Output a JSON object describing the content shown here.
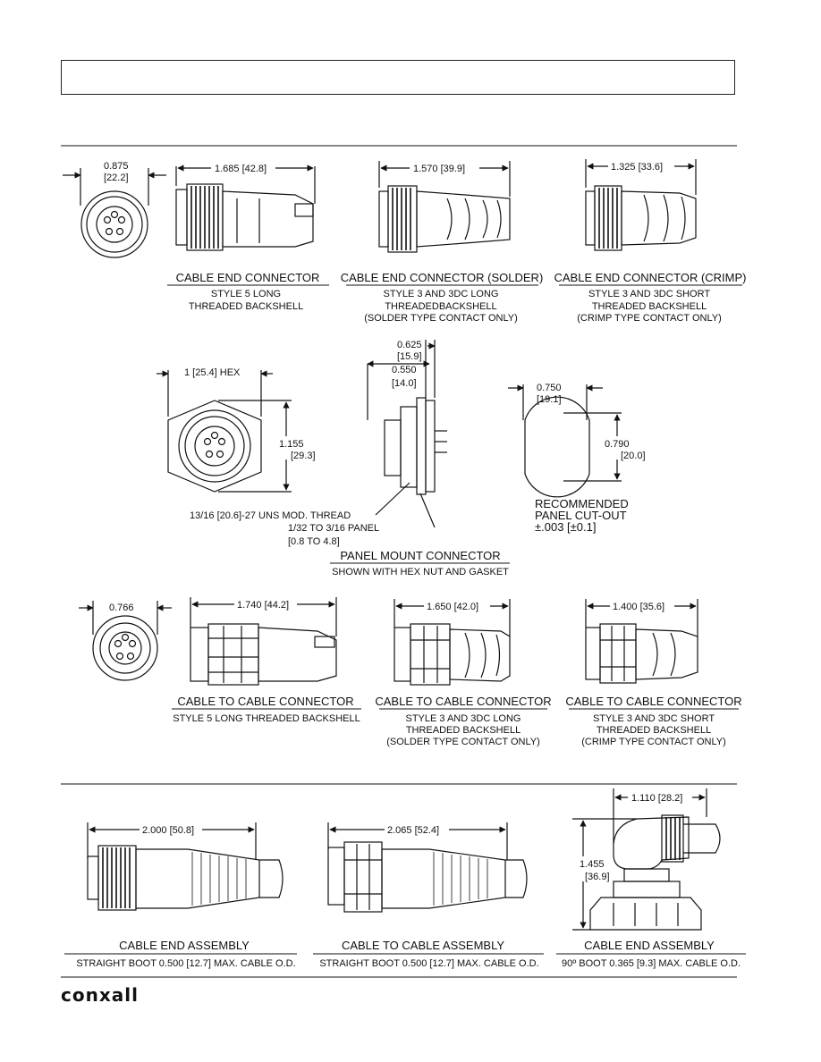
{
  "header": {
    "title": ""
  },
  "row1": {
    "face_dim": "0.875",
    "face_dim_mm": "[22.2]",
    "d1": "1.685 [42.8]",
    "d2": "1.570 [39.9]",
    "d3": "1.325 [33.6]",
    "cap1": "CABLE END CONNECTOR",
    "sub1a": "STYLE 5 LONG",
    "sub1b": "THREADED BACKSHELL",
    "cap2": "CABLE END CONNECTOR (SOLDER)",
    "sub2a": "STYLE 3 AND 3DC LONG",
    "sub2b": "THREADEDBACKSHELL",
    "sub2c": "(SOLDER TYPE CONTACT ONLY)",
    "cap3": "CABLE END CONNECTOR (CRIMP)",
    "sub3a": "STYLE 3 AND 3DC SHORT",
    "sub3b": "THREADED BACKSHELL",
    "sub3c": "(CRIMP TYPE CONTACT ONLY)"
  },
  "row2": {
    "hex": "1 [25.4] HEX",
    "h1": "1.155",
    "h1mm": "[29.3]",
    "p1": "0.625",
    "p1mm": "[15.9]",
    "p2": "0.550",
    "p2mm": "[14.0]",
    "thread": "13/16  [20.6]-27 UNS MOD. THREAD",
    "panel": "1/32  TO 3/16  PANEL",
    "panel_mm": "[0.8 TO 4.8]",
    "cap": "PANEL MOUNT CONNECTOR",
    "sub": "SHOWN WITH HEX NUT AND GASKET",
    "c1": "0.750",
    "c1mm": "[19.1]",
    "c2": "0.790",
    "c2mm": "[20.0]",
    "rec1": "RECOMMENDED",
    "rec2": "PANEL CUT-OUT",
    "rec3": "±.003 [±0.1]"
  },
  "row3": {
    "face_dim": "0.766",
    "d1": "1.740 [44.2]",
    "d2": "1.650 [42.0]",
    "d3": "1.400 [35.6]",
    "cap1": "CABLE TO CABLE CONNECTOR",
    "sub1a": "STYLE 5 LONG THREADED BACKSHELL",
    "cap2": "CABLE TO CABLE CONNECTOR",
    "sub2a": "STYLE 3 AND 3DC LONG",
    "sub2b": "THREADED BACKSHELL",
    "sub2c": "(SOLDER TYPE CONTACT ONLY)",
    "cap3": "CABLE TO CABLE CONNECTOR",
    "sub3a": "STYLE 3 AND 3DC SHORT",
    "sub3b": "THREADED BACKSHELL",
    "sub3c": "(CRIMP TYPE CONTACT ONLY)"
  },
  "row4": {
    "d1": "2.000 [50.8]",
    "d2": "2.065 [52.4]",
    "d3": "1.110 [28.2]",
    "h3": "1.455",
    "h3mm": "[36.9]",
    "cap1": "CABLE END ASSEMBLY",
    "sub1": "STRAIGHT BOOT 0.500 [12.7] MAX. CABLE O.D.",
    "cap2": "CABLE TO CABLE ASSEMBLY",
    "sub2": "STRAIGHT BOOT 0.500 [12.7] MAX. CABLE O.D.",
    "cap3": "CABLE END ASSEMBLY",
    "sub3": "90º  BOOT 0.365 [9.3] MAX. CABLE O.D."
  },
  "footer": {
    "logo": "conxall"
  }
}
